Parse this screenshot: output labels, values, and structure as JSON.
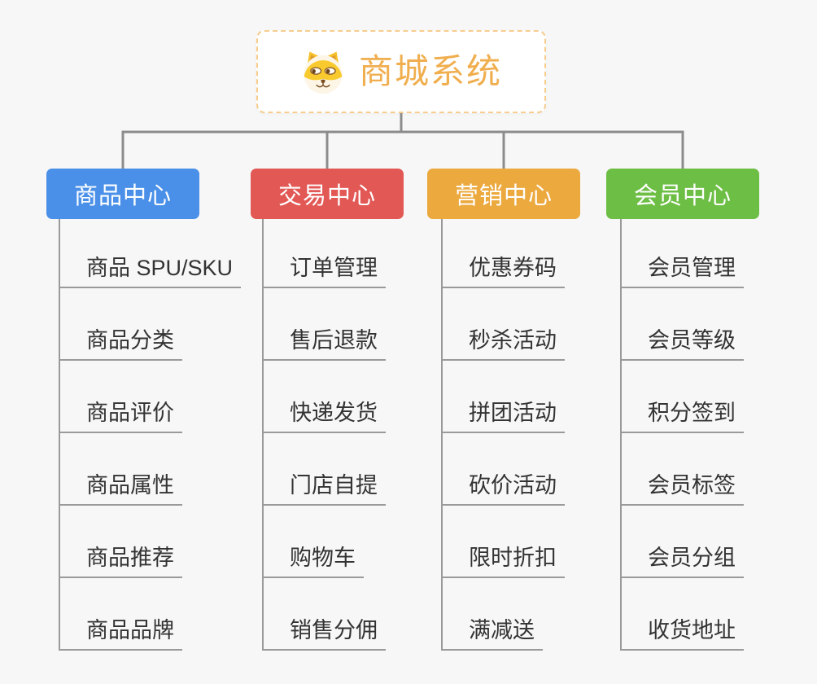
{
  "root": {
    "title": "商城系统",
    "icon": "dog-icon"
  },
  "branches": [
    {
      "label": "商品中心",
      "color": "#4a90e8",
      "children": [
        "商品 SPU/SKU",
        "商品分类",
        "商品评价",
        "商品属性",
        "商品推荐",
        "商品品牌"
      ]
    },
    {
      "label": "交易中心",
      "color": "#e25855",
      "children": [
        "订单管理",
        "售后退款",
        "快递发货",
        "门店自提",
        "购物车",
        "销售分佣"
      ]
    },
    {
      "label": "营销中心",
      "color": "#eba93e",
      "children": [
        "优惠券码",
        "秒杀活动",
        "拼团活动",
        "砍价活动",
        "限时折扣",
        "满减送"
      ]
    },
    {
      "label": "会员中心",
      "color": "#6dbe44",
      "children": [
        "会员管理",
        "会员等级",
        "积分签到",
        "会员标签",
        "会员分组",
        "收货地址"
      ]
    }
  ],
  "colors": {
    "background": "#f7f7f7",
    "root_text": "#f0ae4e",
    "root_border": "#f7cd8e",
    "connector": "#8c8c8c",
    "leaf_line": "#9a9a9a",
    "leaf_text": "#333333"
  }
}
